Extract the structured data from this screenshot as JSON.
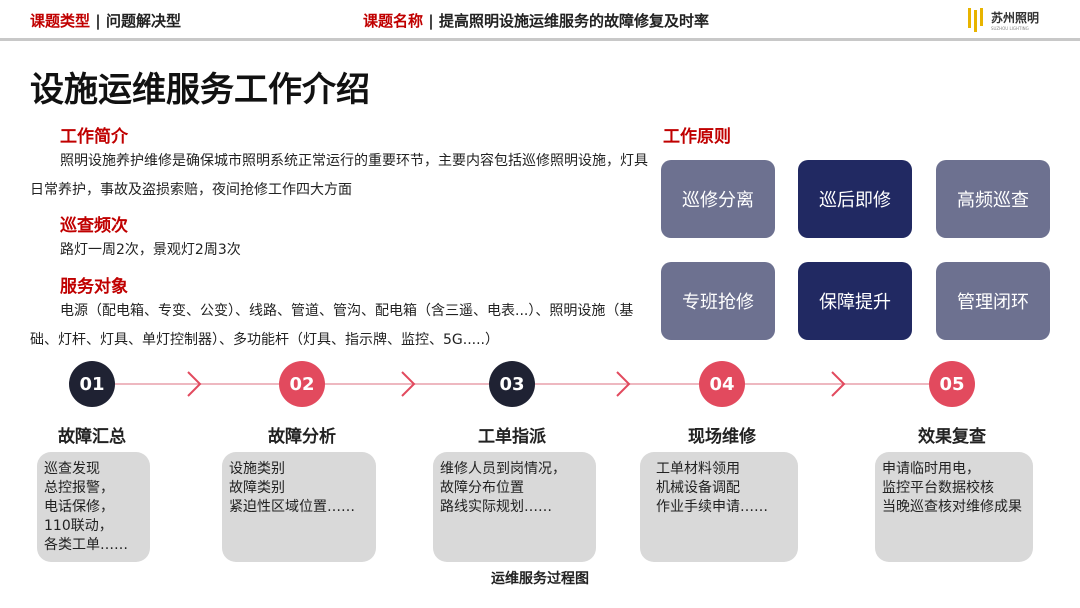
{
  "header": {
    "type_label": "课题类型",
    "type_value": "问题解决型",
    "name_label": "课题名称",
    "name_value": "提高照明设施运维服务的故障修复及时率",
    "logo_text": "苏州照明",
    "logo_sub": "SUZHOU LIGHTING"
  },
  "title": "设施运维服务工作介绍",
  "intro": {
    "heading": "工作简介",
    "text": "照明设施养护维修是确保城市照明系统正常运行的重要环节，主要内容包括巡修照明设施，灯具日常养护，事故及盗损索赔，夜间抢修工作四大方面"
  },
  "frequency": {
    "heading": "巡查频次",
    "text": "路灯一周2次，景观灯2周3次"
  },
  "targets": {
    "heading": "服务对象",
    "text": "电源（配电箱、专变、公变）、线路、管道、管沟、配电箱（含三遥、电表...）、照明设施（基础、灯杆、灯具、单灯控制器）、多功能杆（灯具、指示牌、监控、5G.....）"
  },
  "principles": {
    "heading": "工作原则",
    "items": [
      "巡修分离",
      "巡后即修",
      "高频巡查",
      "专班抢修",
      "保障提升",
      "管理闭环"
    ]
  },
  "steps": [
    {
      "num": "01",
      "title": "故障汇总",
      "detail": "巡查发现\n总控报警，\n电话保修，\n110联动，\n各类工单……"
    },
    {
      "num": "02",
      "title": "故障分析",
      "detail": "设施类别\n故障类别\n紧迫性区域位置……"
    },
    {
      "num": "03",
      "title": "工单指派",
      "detail": "维修人员到岗情况，\n故障分布位置\n路线实际规划……"
    },
    {
      "num": "04",
      "title": "现场维修",
      "detail": "工单材料领用\n机械设备调配\n作业手续申请……"
    },
    {
      "num": "05",
      "title": "效果复查",
      "detail": "申请临时用电，\n监控平台数据校核\n当晚巡查核对维修成果"
    }
  ],
  "caption": "运维服务过程图",
  "colors": {
    "red": "#c00000",
    "accent": "#e24a5e",
    "dark": "#1f2233"
  }
}
